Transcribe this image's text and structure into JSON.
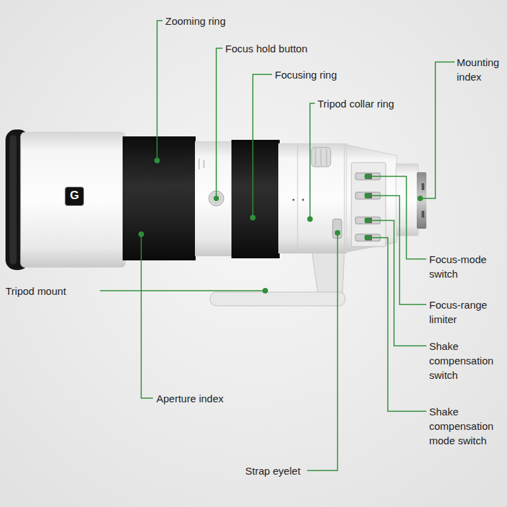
{
  "diagram": {
    "labels": [
      "Zooming ring",
      "Focus hold button",
      "Focusing ring",
      "Tripod collar ring",
      "Mounting index",
      "G",
      "Tripod mount",
      "Focus-mode switch",
      "Focus-range limiter",
      "Shake compensation switch",
      "Aperture index",
      "Shake compensation mode switch",
      "Strap eyelet"
    ]
  }
}
